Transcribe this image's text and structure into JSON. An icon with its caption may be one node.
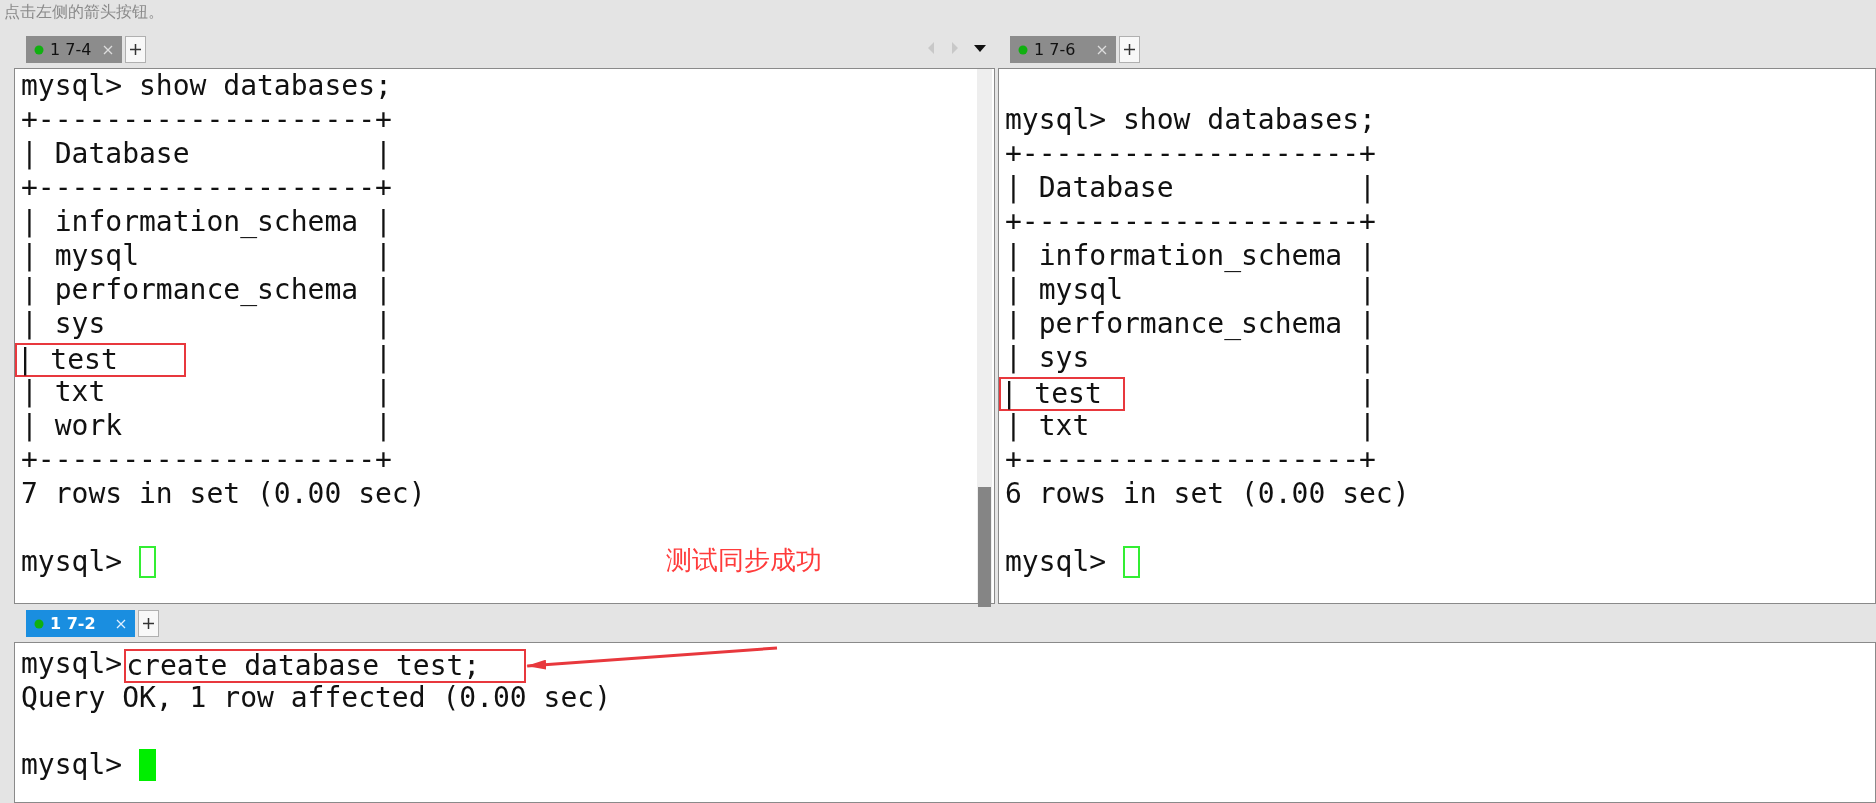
{
  "diagram": {
    "nodes": [
      {
        "text": [
          "1 7-4",
          "mysql> show databases;",
          "+--------------------+",
          "| Database           |",
          "+--------------------+",
          "| information_schema |",
          "| mysql              |",
          "| performance_schema |",
          "| sys                |",
          "|",
          "| txt                |",
          "| work               |",
          "+--------------------+",
          "7 rows in set (0.00 sec)",
          "mysql>"
        ]
      },
      {
        "text": [
          "| test"
        ],
        "in": 0
      },
      {
        "text": [
          "1 7-6",
          "mysql> show databases;",
          "+--------------------+",
          "| Database           |",
          "+--------------------+",
          "| information_schema |",
          "| mysql              |",
          "| performance_schema |",
          "| sys                |",
          "|",
          "| txt                |",
          "+--------------------+",
          "6 rows in set (0.00 sec)",
          "mysql>"
        ]
      },
      {
        "text": [
          "| test"
        ],
        "in": 2
      },
      {
        "text": [
          "1 7-2",
          "mysql>",
          "Query OK, 1 row affected (0.00 sec)",
          "mysql>"
        ]
      },
      {
        "text": [
          "create database test;"
        ],
        "in": 4
      }
    ],
    "edges": [
      {
        "from": null,
        "to": 5,
        "arrow": "to"
      }
    ],
    "labels": [
      "点击左侧的箭头按钮。",
      "测试同步成功"
    ]
  }
}
